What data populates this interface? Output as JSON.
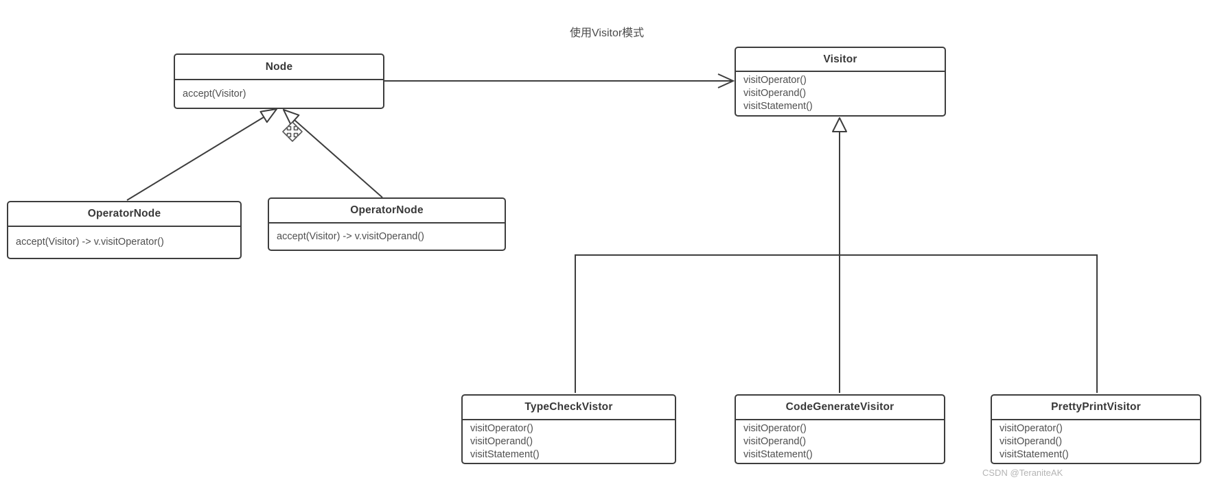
{
  "page": {
    "title": "使用Visitor模式",
    "watermark": "CSDN @TeraniteAK"
  },
  "colors": {
    "line": "#3d3d3d",
    "class_border": "#3d3d3d",
    "class_title_text": "#383838",
    "method_text": "#4f4f4f",
    "diagram_title_text": "#4a4a4a",
    "watermark_text": "#b4b4b4",
    "background": "#ffffff"
  },
  "classes": {
    "node": {
      "name": "Node",
      "methods": [
        "accept(Visitor)"
      ]
    },
    "visitor": {
      "name": "Visitor",
      "methods": [
        "visitOperator()",
        "visitOperand()",
        "visitStatement()"
      ]
    },
    "operatorNodeLeft": {
      "name": "OperatorNode",
      "methods": [
        "accept(Visitor) -> v.visitOperator()"
      ]
    },
    "operatorNodeRight": {
      "name": "OperatorNode",
      "methods": [
        "accept(Visitor) -> v.visitOperand()"
      ]
    },
    "typeCheck": {
      "name": "TypeCheckVistor",
      "methods": [
        "visitOperator()",
        "visitOperand()",
        "visitStatement()"
      ]
    },
    "codeGenerate": {
      "name": "CodeGenerateVisitor",
      "methods": [
        "visitOperator()",
        "visitOperand()",
        "visitStatement()"
      ]
    },
    "prettyPrint": {
      "name": "PrettyPrintVisitor",
      "methods": [
        "visitOperator()",
        "visitOperand()",
        "visitStatement()"
      ]
    }
  },
  "relationships": [
    {
      "from": "Node",
      "to": "Visitor",
      "type": "association-arrow"
    },
    {
      "from": "OperatorNode (left)",
      "to": "Node",
      "type": "generalization"
    },
    {
      "from": "OperatorNode (right)",
      "to": "Node",
      "type": "generalization"
    },
    {
      "from": "TypeCheckVistor",
      "to": "Visitor",
      "type": "generalization"
    },
    {
      "from": "CodeGenerateVisitor",
      "to": "Visitor",
      "type": "generalization"
    },
    {
      "from": "PrettyPrintVisitor",
      "to": "Visitor",
      "type": "generalization"
    }
  ]
}
